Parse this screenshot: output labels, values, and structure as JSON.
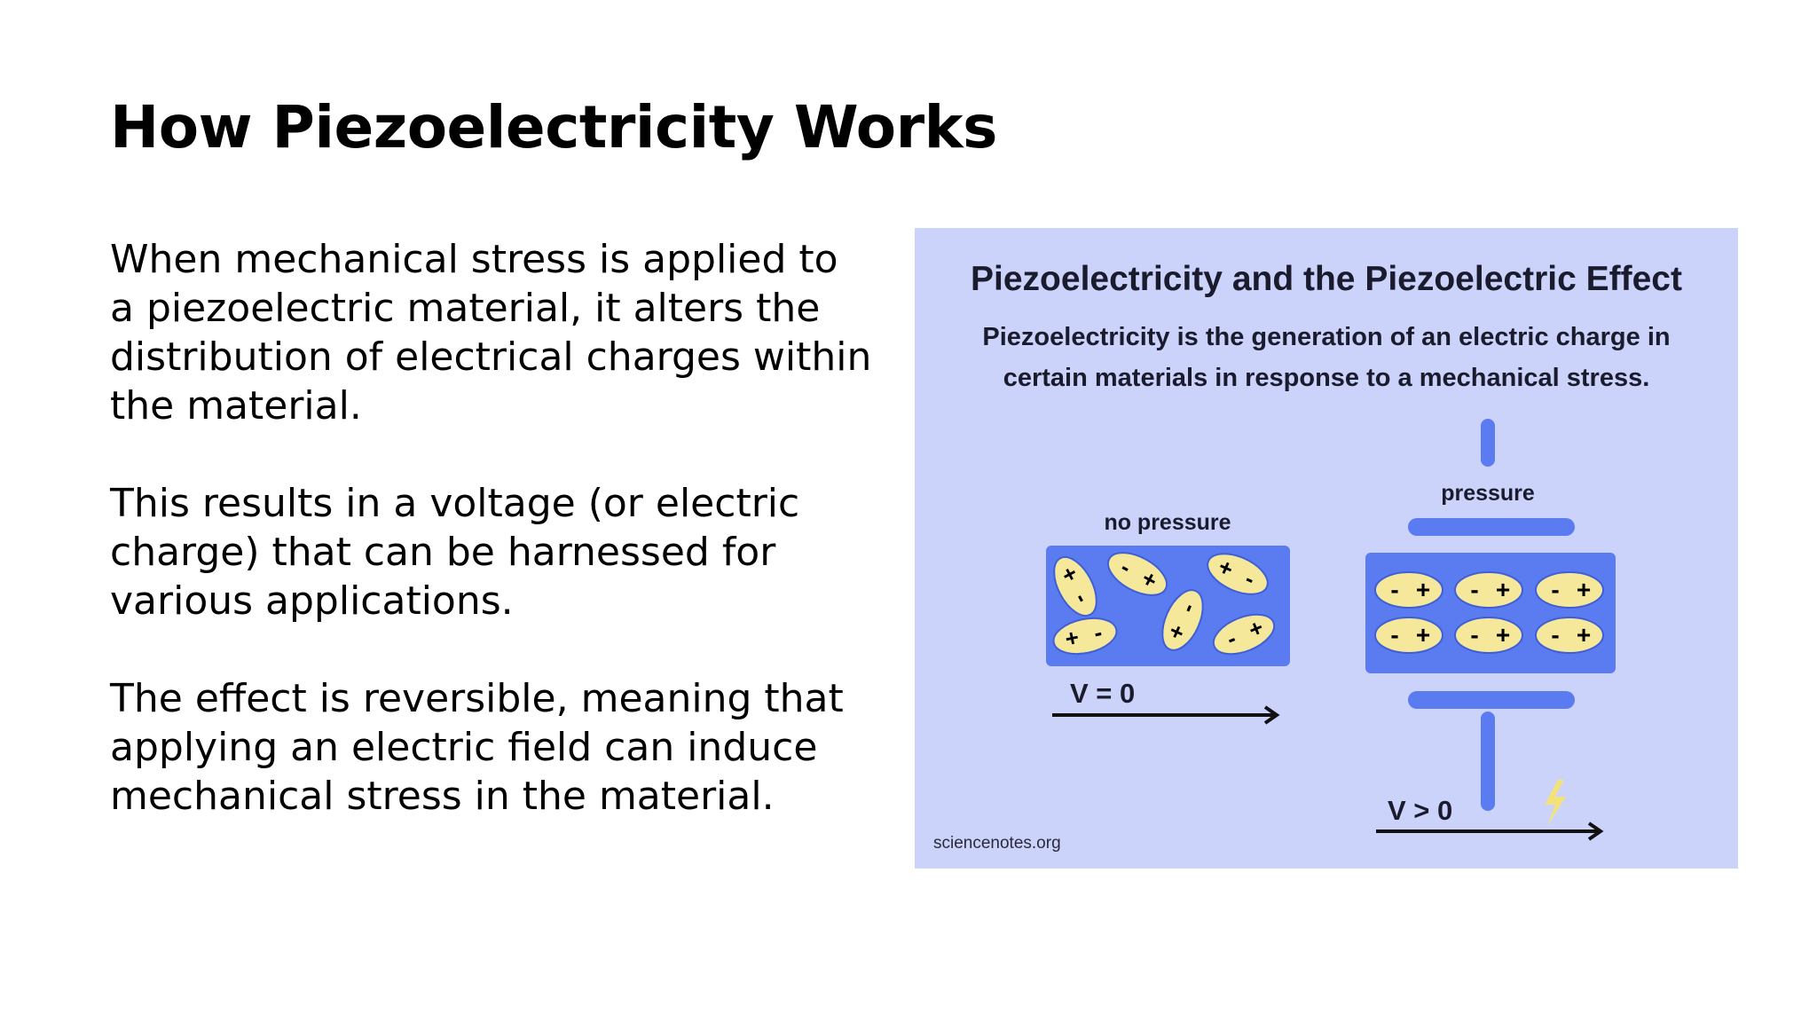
{
  "slide": {
    "title": "How Piezoelectricity Works",
    "paragraphs": [
      "When mechanical stress is applied to a piezoelectric material, it alters the distribution of electrical charges within the material.",
      "This results in a voltage (or electric charge) that can be harnessed for various applications.",
      "The effect is reversible, meaning that applying an electric field can induce mechanical stress in the material."
    ]
  },
  "figure": {
    "title": "Piezoelectricity and the Piezoelectric Effect",
    "subtitle": "Piezoelectricity is the generation of an electric charge in certain materials in response to a mechanical stress.",
    "no_pressure_label": "no pressure",
    "pressure_label": "pressure",
    "voltage_zero_label": "V = 0",
    "voltage_positive_label": "V > 0",
    "credit": "sciencenotes.org",
    "colors": {
      "background": "#cbd3fb",
      "crystal": "#5b7bf0",
      "dipole": "#f6e89a",
      "bolt": "#f3e27a"
    }
  }
}
